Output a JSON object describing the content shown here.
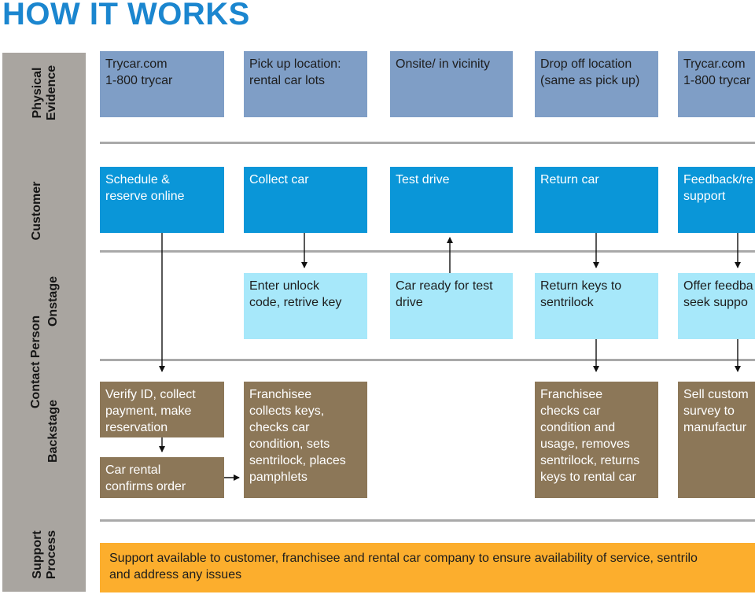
{
  "title": "HOW IT WORKS",
  "lanes": {
    "physical_evidence": "Physical\nEvidence",
    "customer": "Customer",
    "onstage": "Onstage",
    "contact_person": "Contact Person",
    "backstage": "Backstage",
    "support_process": "Support\nProcess"
  },
  "physical_evidence": [
    "Trycar.com\n1-800 trycar",
    "Pick up location:\nrental car lots",
    "Onsite/ in vicinity",
    "Drop off location\n(same as pick up)",
    "Trycar.com\n1-800 trycar"
  ],
  "customer": [
    "Schedule &\nreserve online",
    "Collect car",
    "Test drive",
    "Return car",
    "Feedback/re\nsupport"
  ],
  "onstage": [
    "Enter unlock\ncode, retrive key",
    "Car ready for test\ndrive",
    "Return keys to\nsentrilock",
    "Offer feedba\nseek suppo"
  ],
  "backstage": [
    "Verify ID, collect\npayment, make\nreservation",
    "Car rental\nconfirms order",
    "Franchisee\ncollects keys,\nchecks car\ncondition, sets\nsentrilock, places\npamphlets",
    "Franchisee\nchecks car\ncondition and\nusage, removes\nsentrilock, returns\nkeys to rental car",
    "Sell custom\nsurvey to\nmanufactur"
  ],
  "support": "Support available to customer, franchisee and rental car company to ensure availability of service, sentrilo\nand address any issues",
  "colors": {
    "title": "#1b86cf",
    "sidebar": "#a9a5a0",
    "physical_evidence": "#7f9ec6",
    "customer": "#0a96d8",
    "onstage": "#a7e8fa",
    "backstage": "#8c7758",
    "support": "#fcae2d",
    "separator": "#a9a9a9"
  }
}
